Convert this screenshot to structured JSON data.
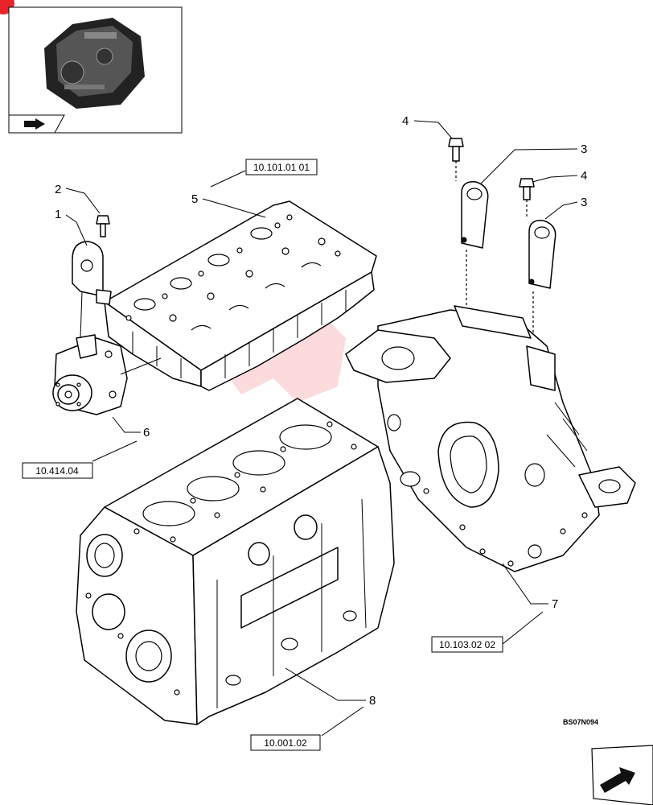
{
  "diagram": {
    "callouts": [
      "1",
      "2",
      "3",
      "3",
      "4",
      "4",
      "5",
      "6",
      "7",
      "8"
    ],
    "references": [
      "10.101.01 01",
      "10.414.04",
      "10.103.02 02",
      "10.001.02"
    ],
    "image_code": "BS07N094",
    "watermark_color": "#e8242a",
    "icons": [
      "engine-thumbnail",
      "back-arrow-icon",
      "next-page-arrow-icon",
      "corner-badge-icon"
    ]
  }
}
